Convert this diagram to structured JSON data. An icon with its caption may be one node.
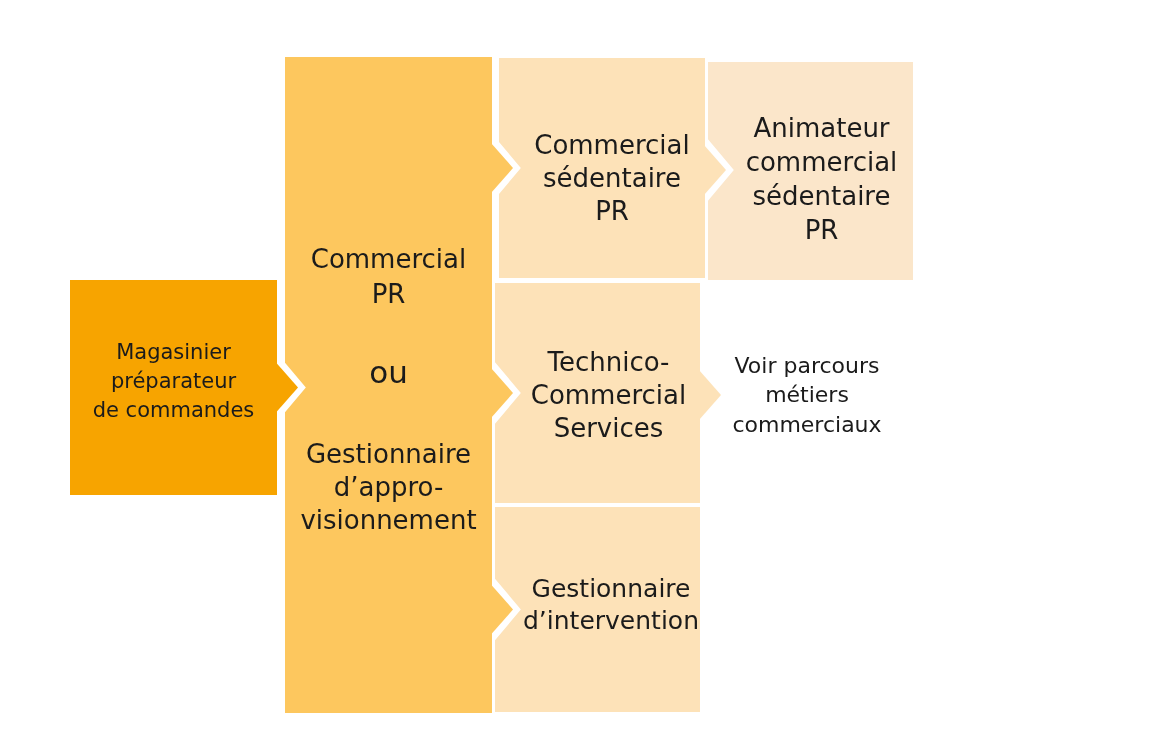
{
  "diagram": {
    "nodes": [
      {
        "text": [
          "Magasinier préparateur de commandes"
        ]
      },
      {
        "text": [
          "Commercial PR",
          "ou",
          "Gestionnaire d’appro-visionnement"
        ]
      },
      {
        "text": [
          "Commercial sédentaire PR"
        ]
      },
      {
        "text": [
          "Animateur commercial sédentaire PR"
        ]
      },
      {
        "text": [
          "Technico-Commercial Services"
        ]
      },
      {
        "text": [
          "Voir parcours métiers commerciaux"
        ]
      },
      {
        "text": [
          "Gestionnaire d’intervention"
        ]
      }
    ],
    "edges": [
      {
        "from": 0,
        "to": 1,
        "arrow": "to",
        "color": "#f7a400"
      },
      {
        "from": 1,
        "to": 2,
        "arrow": "to"
      },
      {
        "from": 2,
        "to": 3,
        "arrow": "to",
        "color": "#fde2b8"
      },
      {
        "from": 1,
        "to": 4,
        "arrow": "to"
      },
      {
        "from": 4,
        "to": 5,
        "arrow": "to",
        "color": "#fde2b8"
      },
      {
        "from": 1,
        "to": 6,
        "arrow": "to"
      }
    ]
  }
}
